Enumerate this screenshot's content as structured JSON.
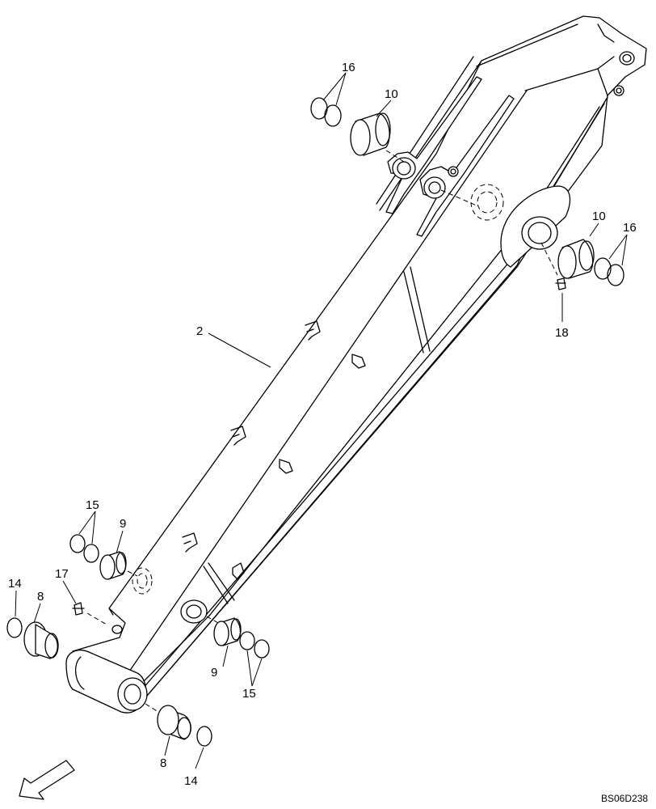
{
  "document_code": "BS06D238",
  "callouts": {
    "boom": "2",
    "bushing_l_top": "8",
    "bushing_l_bottom": "8",
    "pin_bushing_l": "9",
    "pin_bushing_r": "9",
    "pivot_bushing_top": "10",
    "pivot_bushing_right": "10",
    "ring_14_top": "14",
    "ring_14_bottom": "14",
    "shim_15_left": "15",
    "shim_15_right": "15",
    "shim_16_top": "16",
    "shim_16_right": "16",
    "grease_fitting_17": "17",
    "grease_fitting_18": "18"
  },
  "icons": {
    "orientation_arrow": "front-direction-arrow-icon"
  }
}
